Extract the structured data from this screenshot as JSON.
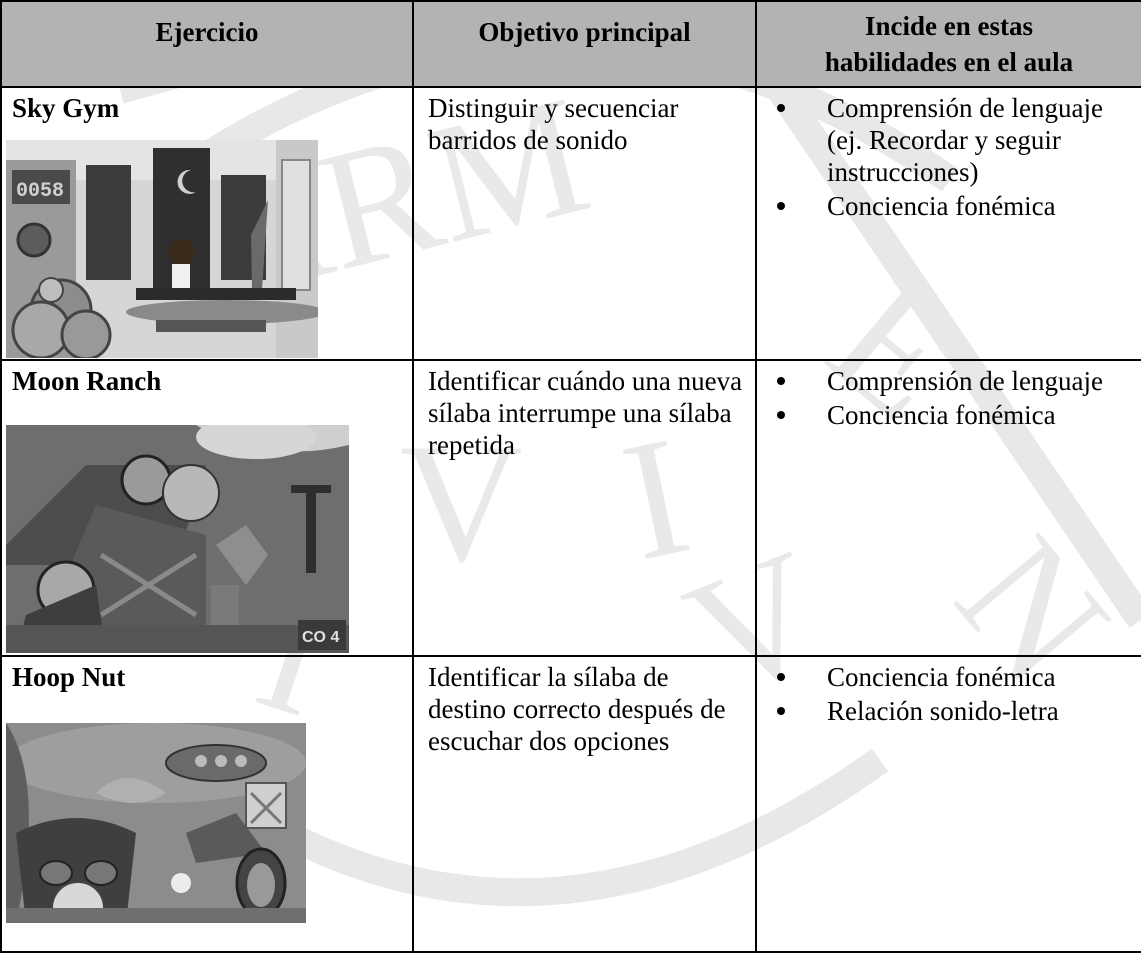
{
  "table": {
    "headers": {
      "exercise": "Ejercicio",
      "objective": "Objetivo principal",
      "skills_line1": "Incide en estas",
      "skills_line2": "habilidades en el aula"
    },
    "rows": [
      {
        "exercise": "Sky Gym",
        "objective": "Distinguir y secuenciar barridos de sonido",
        "skills": [
          "Comprensión de lenguaje (ej. Recordar y seguir instrucciones)",
          "Conciencia fonémica"
        ],
        "thumbnail_text": "0058"
      },
      {
        "exercise": "Moon Ranch",
        "objective": "Identificar cuándo una nueva sílaba interrumpe una sílaba repetida",
        "skills": [
          "Comprensión de lenguaje",
          "Conciencia fonémica"
        ],
        "thumbnail_text": "CO 4"
      },
      {
        "exercise": "Hoop Nut",
        "objective": "Identificar la sílaba de destino correcto después de escuchar dos opciones",
        "skills": [
          "Conciencia fonémica",
          "Relación sonido-letra"
        ]
      }
    ]
  },
  "watermark": {
    "text": "UARM VIVE"
  },
  "colors": {
    "header_bg": "#b3b3b3",
    "watermark": "#e6e6e6",
    "border": "#000000"
  }
}
